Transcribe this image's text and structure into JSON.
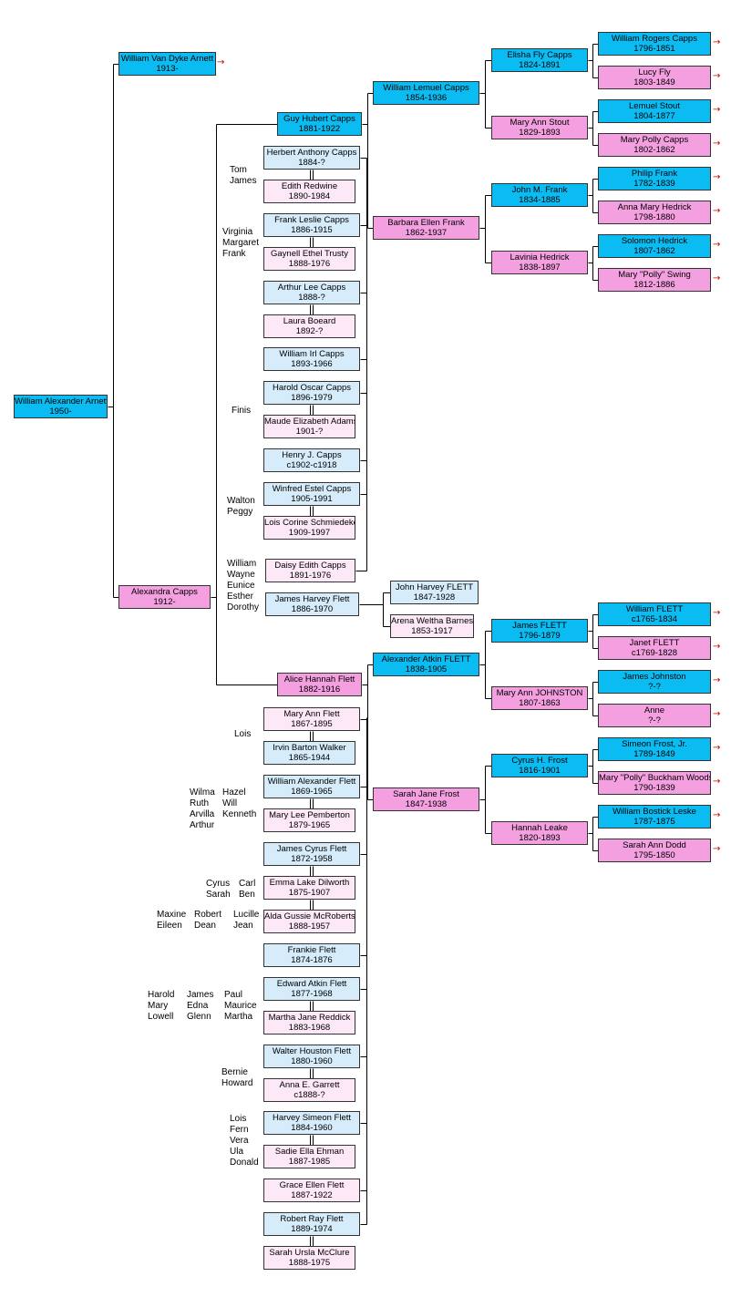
{
  "colors": {
    "male": "#0bbcf2",
    "female": "#f4a0e0",
    "male_light": "#d6ecfa",
    "female_light": "#fde8f8",
    "line": "#000000",
    "arrow": "#cc0000"
  },
  "people": {
    "wa_arnett": {
      "name": "William Alexander Arnett",
      "dates": "1950-"
    },
    "wvd_arnett": {
      "name": "William Van Dyke Arnett",
      "dates": "1913-"
    },
    "alexandra": {
      "name": "Alexandra Capps",
      "dates": "1912-"
    },
    "guy": {
      "name": "Guy Hubert Capps",
      "dates": "1881-1922"
    },
    "alice": {
      "name": "Alice Hannah Flett",
      "dates": "1882-1916"
    },
    "william_lemuel": {
      "name": "William Lemuel Capps",
      "dates": "1854-1936"
    },
    "barbara": {
      "name": "Barbara Ellen Frank",
      "dates": "1862-1937"
    },
    "elisha": {
      "name": "Elisha Fly Capps",
      "dates": "1824-1891"
    },
    "mary_stout": {
      "name": "Mary Ann Stout",
      "dates": "1829-1893"
    },
    "john_frank": {
      "name": "John M. Frank",
      "dates": "1834-1885"
    },
    "lavinia": {
      "name": "Lavinia Hedrick",
      "dates": "1838-1897"
    },
    "wr_capps": {
      "name": "William Rogers Capps",
      "dates": "1796-1851"
    },
    "lucy": {
      "name": "Lucy Fly",
      "dates": "1803-1849"
    },
    "lemuel_stout": {
      "name": "Lemuel Stout",
      "dates": "1804-1877"
    },
    "mp_capps": {
      "name": "Mary Polly Capps",
      "dates": "1802-1862"
    },
    "philip": {
      "name": "Philip Frank",
      "dates": "1782-1839"
    },
    "anna_mary": {
      "name": "Anna Mary Hedrick",
      "dates": "1798-1880"
    },
    "solomon": {
      "name": "Solomon Hedrick",
      "dates": "1807-1862"
    },
    "mary_swing": {
      "name": "Mary \"Polly\" Swing",
      "dates": "1812-1886"
    },
    "herbert": {
      "name": "Herbert Anthony Capps",
      "dates": "1884-?"
    },
    "edith": {
      "name": "Edith Redwine",
      "dates": "1890-1984"
    },
    "frank_leslie": {
      "name": "Frank Leslie Capps",
      "dates": "1886-1915"
    },
    "gaynell": {
      "name": "Gaynell Ethel Trusty",
      "dates": "1888-1976"
    },
    "arthur_lee": {
      "name": "Arthur Lee Capps",
      "dates": "1888-?"
    },
    "laura": {
      "name": "Laura Boeard",
      "dates": "1892-?"
    },
    "william_irl": {
      "name": "William Irl Capps",
      "dates": "1893-1966"
    },
    "harold_oscar": {
      "name": "Harold Oscar Capps",
      "dates": "1896-1979"
    },
    "maude": {
      "name": "Maude Elizabeth Adams",
      "dates": "1901-?"
    },
    "henry": {
      "name": "Henry J. Capps",
      "dates": "c1902-c1918"
    },
    "winfred": {
      "name": "Winfred Estel Capps",
      "dates": "1905-1991"
    },
    "lois_corine": {
      "name": "Lois Corine Schmiedeke",
      "dates": "1909-1997"
    },
    "daisy": {
      "name": "Daisy Edith Capps",
      "dates": "1891-1976"
    },
    "james_harvey": {
      "name": "James Harvey Flett",
      "dates": "1886-1970"
    },
    "john_harvey": {
      "name": "John Harvey FLETT",
      "dates": "1847-1928"
    },
    "arena": {
      "name": "Arena Weltha Barnes",
      "dates": "1853-1917"
    },
    "alexander_atkin": {
      "name": "Alexander Atkin FLETT",
      "dates": "1838-1905"
    },
    "sarah_jane": {
      "name": "Sarah Jane Frost",
      "dates": "1847-1938"
    },
    "james_flett": {
      "name": "James FLETT",
      "dates": "1796-1879"
    },
    "mary_johnston": {
      "name": "Mary Ann JOHNSTON",
      "dates": "1807-1863"
    },
    "cyrus": {
      "name": "Cyrus H. Frost",
      "dates": "1816-1901"
    },
    "hannah": {
      "name": "Hannah Leake",
      "dates": "1820-1893"
    },
    "william_flett": {
      "name": "William FLETT",
      "dates": "c1765-1834"
    },
    "janet": {
      "name": "Janet FLETT",
      "dates": "c1769-1828"
    },
    "james_johnston": {
      "name": "James Johnston",
      "dates": "?-?"
    },
    "anne": {
      "name": "Anne",
      "dates": "?-?"
    },
    "simeon": {
      "name": "Simeon Frost, Jr.",
      "dates": "1789-1849"
    },
    "mary_woods": {
      "name": "Mary \"Polly\" Buckham Woods",
      "dates": "1790-1839"
    },
    "wb_leske": {
      "name": "William Bostick Leske",
      "dates": "1787-1875"
    },
    "sarah_dodd": {
      "name": "Sarah Ann Dodd",
      "dates": "1795-1850"
    },
    "mary_ann_flett": {
      "name": "Mary Ann Flett",
      "dates": "1867-1895"
    },
    "irvin": {
      "name": "Irvin Barton Walker",
      "dates": "1865-1944"
    },
    "wa_flett": {
      "name": "William Alexander Flett",
      "dates": "1869-1965"
    },
    "mary_lee": {
      "name": "Mary Lee Pemberton",
      "dates": "1879-1965"
    },
    "james_cyrus": {
      "name": "James Cyrus Flett",
      "dates": "1872-1958"
    },
    "emma": {
      "name": "Emma Lake Dilworth",
      "dates": "1875-1907"
    },
    "alda": {
      "name": "Alda Gussie McRoberts",
      "dates": "1888-1957"
    },
    "frankie": {
      "name": "Frankie Flett",
      "dates": "1874-1876"
    },
    "edward": {
      "name": "Edward Atkin Flett",
      "dates": "1877-1968"
    },
    "martha": {
      "name": "Martha Jane Reddick",
      "dates": "1883-1968"
    },
    "walter": {
      "name": "Walter Houston Flett",
      "dates": "1880-1960"
    },
    "anna_garrett": {
      "name": "Anna E. Garrett",
      "dates": "c1888-?"
    },
    "harvey_simeon": {
      "name": "Harvey Simeon Flett",
      "dates": "1884-1960"
    },
    "sadie": {
      "name": "Sadie Ella Ehman",
      "dates": "1887-1985"
    },
    "grace": {
      "name": "Grace Ellen Flett",
      "dates": "1887-1922"
    },
    "robert_ray": {
      "name": "Robert Ray Flett",
      "dates": "1889-1974"
    },
    "sarah_ursla": {
      "name": "Sarah Ursla McClure",
      "dates": "1888-1975"
    }
  },
  "children_labels": {
    "herbert": "Tom\nJames",
    "frank_leslie": "Virginia\nMargaret\nFrank",
    "harold_oscar": "Finis",
    "winfred": "Walton\nPeggy",
    "james_harvey": "William\nWayne\nEunice\nEsther\nDorothy",
    "mary_ann_flett": "Lois",
    "wa_flett_a": "Wilma\nRuth\nArvilla\nArthur",
    "wa_flett_b": "Hazel\nWill\nKenneth",
    "james_cyrus_a": "Cyrus\nSarah",
    "james_cyrus_b": "Carl\nBen",
    "alda_a": "Maxine\nEileen",
    "alda_b": "Robert\nDean",
    "alda_c": "Lucille\nJean",
    "edward_a": "Harold\nMary\nLowell",
    "edward_b": "James\nEdna\nGlenn",
    "edward_c": "Paul\nMaurice\nMartha",
    "walter": "Bernie\nHoward",
    "harvey_simeon": "Lois\nFern\nVera\nUla\nDonald"
  },
  "more_ancestors_arrow": "→"
}
